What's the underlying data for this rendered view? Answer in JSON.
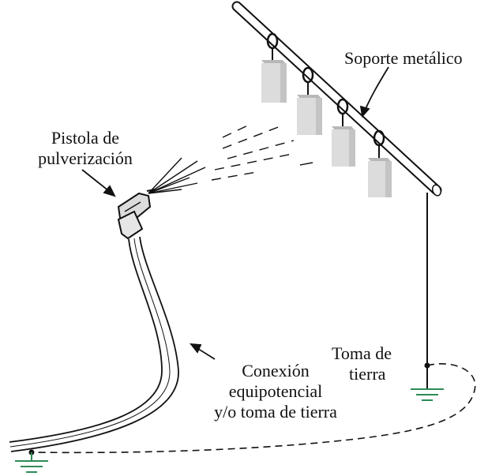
{
  "labels": {
    "support": "Soporte metálico",
    "gun_line1": "Pistola de",
    "gun_line2": "pulverización",
    "ground_line1": "Toma de",
    "ground_line2": "tierra",
    "bond_line1": "Conexión",
    "bond_line2": "equipotencial",
    "bond_line3": "y/o toma de tierra"
  },
  "colors": {
    "line": "#111111",
    "part_light": "#dcdcdc",
    "part_shade": "#b8b8b8",
    "ground_symbol": "#2e8b57"
  }
}
